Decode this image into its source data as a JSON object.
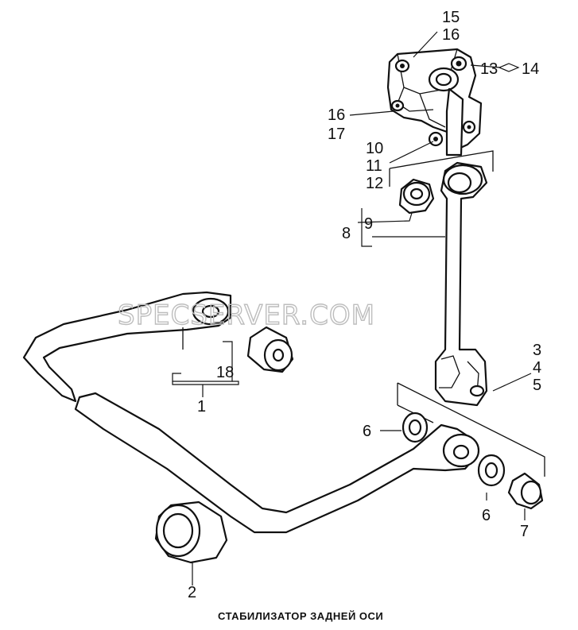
{
  "caption": "СТАБИЛИЗАТОР ЗАДНЕЙ ОСИ",
  "watermark": "SPECSERVER.COM",
  "callouts": {
    "c15": "15",
    "c16a": "16",
    "c13": "13",
    "c14": "14",
    "c16b": "16",
    "c17": "17",
    "c10": "10",
    "c11": "11",
    "c12": "12",
    "c9": "9",
    "c8": "8",
    "c3": "3",
    "c4": "4",
    "c5": "5",
    "c18": "18",
    "c1": "1",
    "c6a": "6",
    "c6b": "6",
    "c7": "7",
    "c2": "2"
  },
  "colors": {
    "line": "#111111",
    "background": "#ffffff",
    "watermark": "#bdbdbd"
  }
}
